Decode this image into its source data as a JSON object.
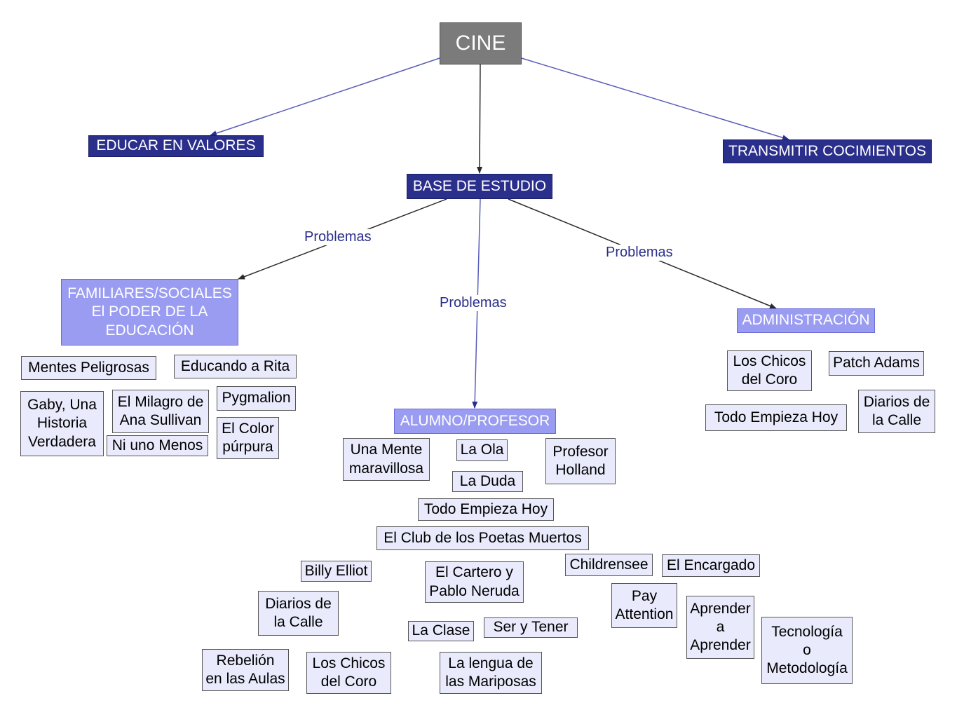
{
  "colors": {
    "root_fill": "#7b7b7b",
    "main_fill": "#2b2f8c",
    "category_fill": "#9a9cf2",
    "leaf_fill": "#e9eafb",
    "edge_blue": "#5a5eb8",
    "edge_dark": "#2a2a2a",
    "label_text": "#2b2f8c"
  },
  "nodes": {
    "cine": "CINE",
    "educar": "EDUCAR EN VALORES",
    "transmitir": "TRANSMITIR COCIMIENTOS",
    "base": "BASE DE ESTUDIO",
    "familiares": "FAMILIARES/SOCIALES\nEl PODER DE LA\nEDUCACIÓN",
    "alumno": "ALUMNO/PROFESOR",
    "administracion": "ADMINISTRACIÓN"
  },
  "edge_labels": {
    "left": "Problemas",
    "center": "Problemas",
    "right": "Problemas"
  },
  "familiares_films": [
    "Mentes Peligrosas",
    "Educando a Rita",
    "Gaby, Una\nHistoria\nVerdadera",
    "El Milagro de\nAna Sullivan",
    "Pygmalion",
    "El Color\npúrpura",
    "Ni uno Menos"
  ],
  "administracion_films": [
    "Los Chicos\ndel Coro",
    "Patch Adams",
    "Todo Empieza Hoy",
    "Diarios de\nla Calle"
  ],
  "alumno_films": [
    "Una Mente\nmaravillosa",
    "La Ola",
    "Profesor\nHolland",
    "La Duda",
    "Todo Empieza Hoy",
    "El Club de los Poetas Muertos",
    "Billy Elliot",
    "El Cartero y\nPablo Neruda",
    "Childrensee",
    "El Encargado",
    "Diarios de\nla Calle",
    "Pay\nAttention",
    "Aprender\na\nAprender",
    "La Clase",
    "Ser y Tener",
    "Tecnología\no\nMetodología",
    "Rebelión\nen las Aulas",
    "Los Chicos\ndel Coro",
    "La lengua de\nlas Mariposas"
  ]
}
